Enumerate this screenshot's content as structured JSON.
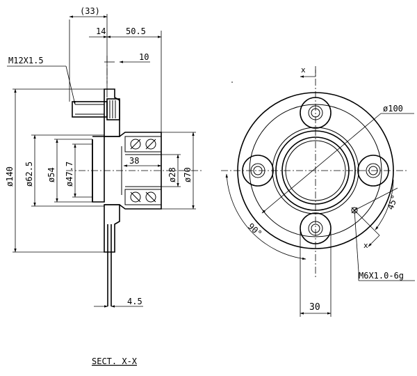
{
  "left_view": {
    "dims": {
      "d33": "(33)",
      "d14": "14",
      "d50_5": "50.5",
      "d10": "10",
      "thread": "M12X1.5",
      "d38": "38",
      "d4_5": "4.5",
      "phi140": "ø140",
      "phi62_5": "ø62.5",
      "phi54": "ø54",
      "phi47_7": "ø47.7",
      "phi28": "ø28",
      "phi70": "ø70"
    }
  },
  "right_view": {
    "dims": {
      "phi100": "ø100",
      "a45": "45°",
      "a90": "90°",
      "d30": "30",
      "thread": "M6X1.0-6g",
      "x_top": "x",
      "x_bottom": "x"
    }
  },
  "section_label": "SECT. X-X"
}
